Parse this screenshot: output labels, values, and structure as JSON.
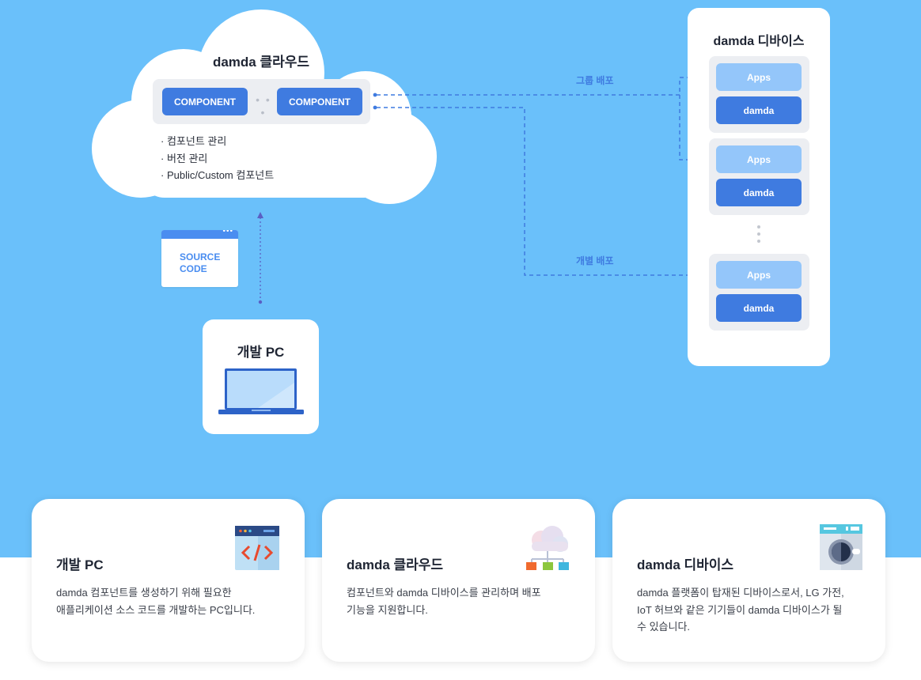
{
  "cloud": {
    "title": "damda 클라우드",
    "component_label": "COMPONENT",
    "dots": "• • •",
    "features": [
      "· 컴포넌트 관리",
      "· 버전 관리",
      "· Public/Custom 컴포넌트"
    ]
  },
  "source_code": {
    "line1": "SOURCE",
    "line2": "CODE"
  },
  "dev_pc": {
    "title": "개발 PC"
  },
  "devices_panel": {
    "title": "damda 디바이스",
    "apps_label": "Apps",
    "damda_label": "damda"
  },
  "links": {
    "group_deploy": "그룹 배포",
    "individual_deploy": "개별 배포"
  },
  "colors": {
    "background": "#6ac0fa",
    "accent": "#3f7be0",
    "apps": "#94c6fa"
  },
  "info_cards": [
    {
      "title": "개발 PC",
      "icon": "code-window-icon",
      "desc1": "damda 컴포넌트를 생성하기 위해 필요한",
      "desc2": "애플리케이션 소스 코드를 개발하는 PC입니다.",
      "desc3": ""
    },
    {
      "title": "damda 클라우드",
      "icon": "cloud-network-icon",
      "desc1": "컴포넌트와 damda 디바이스를 관리하며 배포",
      "desc2": "기능을 지원합니다.",
      "desc3": ""
    },
    {
      "title": "damda 디바이스",
      "icon": "washing-machine-icon",
      "desc1": "damda 플랫폼이 탑재된 디바이스로서, LG 가전,",
      "desc2": "IoT 허브와 같은 기기들이 damda 디바이스가 될",
      "desc3": "수 있습니다."
    }
  ]
}
